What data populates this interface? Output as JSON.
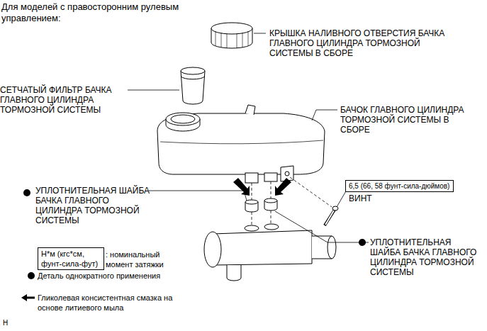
{
  "diagram": {
    "title": "Для моделей с правосторонним рулевым управлением:",
    "nodes": [
      {
        "text": [
          "6,5 (66, 58 фунт-сила-дюймов)"
        ]
      },
      {
        "text": [
          "Н*м (кгс*см, фунт-сила-фут)"
        ]
      }
    ],
    "labels": [
      "КРЫШКА НАЛИВНОГО ОТВЕРСТИЯ БАЧКА ГЛАВНОГО ЦИЛИНДРА ТОРМОЗНОЙ СИСТЕМЫ В СБОРЕ",
      "СЕТЧАТЫЙ ФИЛЬТР БАЧКА ГЛАВНОГО ЦИЛИНДРА ТОРМОЗНОЙ СИСТЕМЫ",
      "БАЧОК ГЛАВНОГО ЦИЛИНДРА ТОРМОЗНОЙ СИСТЕМЫ В СБОРЕ",
      "УПЛОТНИТЕЛЬНАЯ ШАЙБА БАЧКА ГЛАВНОГО ЦИЛИНДРА ТОРМОЗНОЙ СИСТЕМЫ",
      "ВИНТ",
      "УПЛОТНИТЕЛЬНАЯ ШАЙБА БАЧКА ГЛАВНОГО ЦИЛИНДРА ТОРМОЗНОЙ СИСТЕМЫ",
      "H"
    ],
    "legend": [
      {
        "text": ": номинальный момент затяжки"
      },
      {
        "text": "Деталь однократного применения"
      },
      {
        "text": "Гликолевая консистентная смазка на основе литиевого мыла"
      }
    ]
  }
}
